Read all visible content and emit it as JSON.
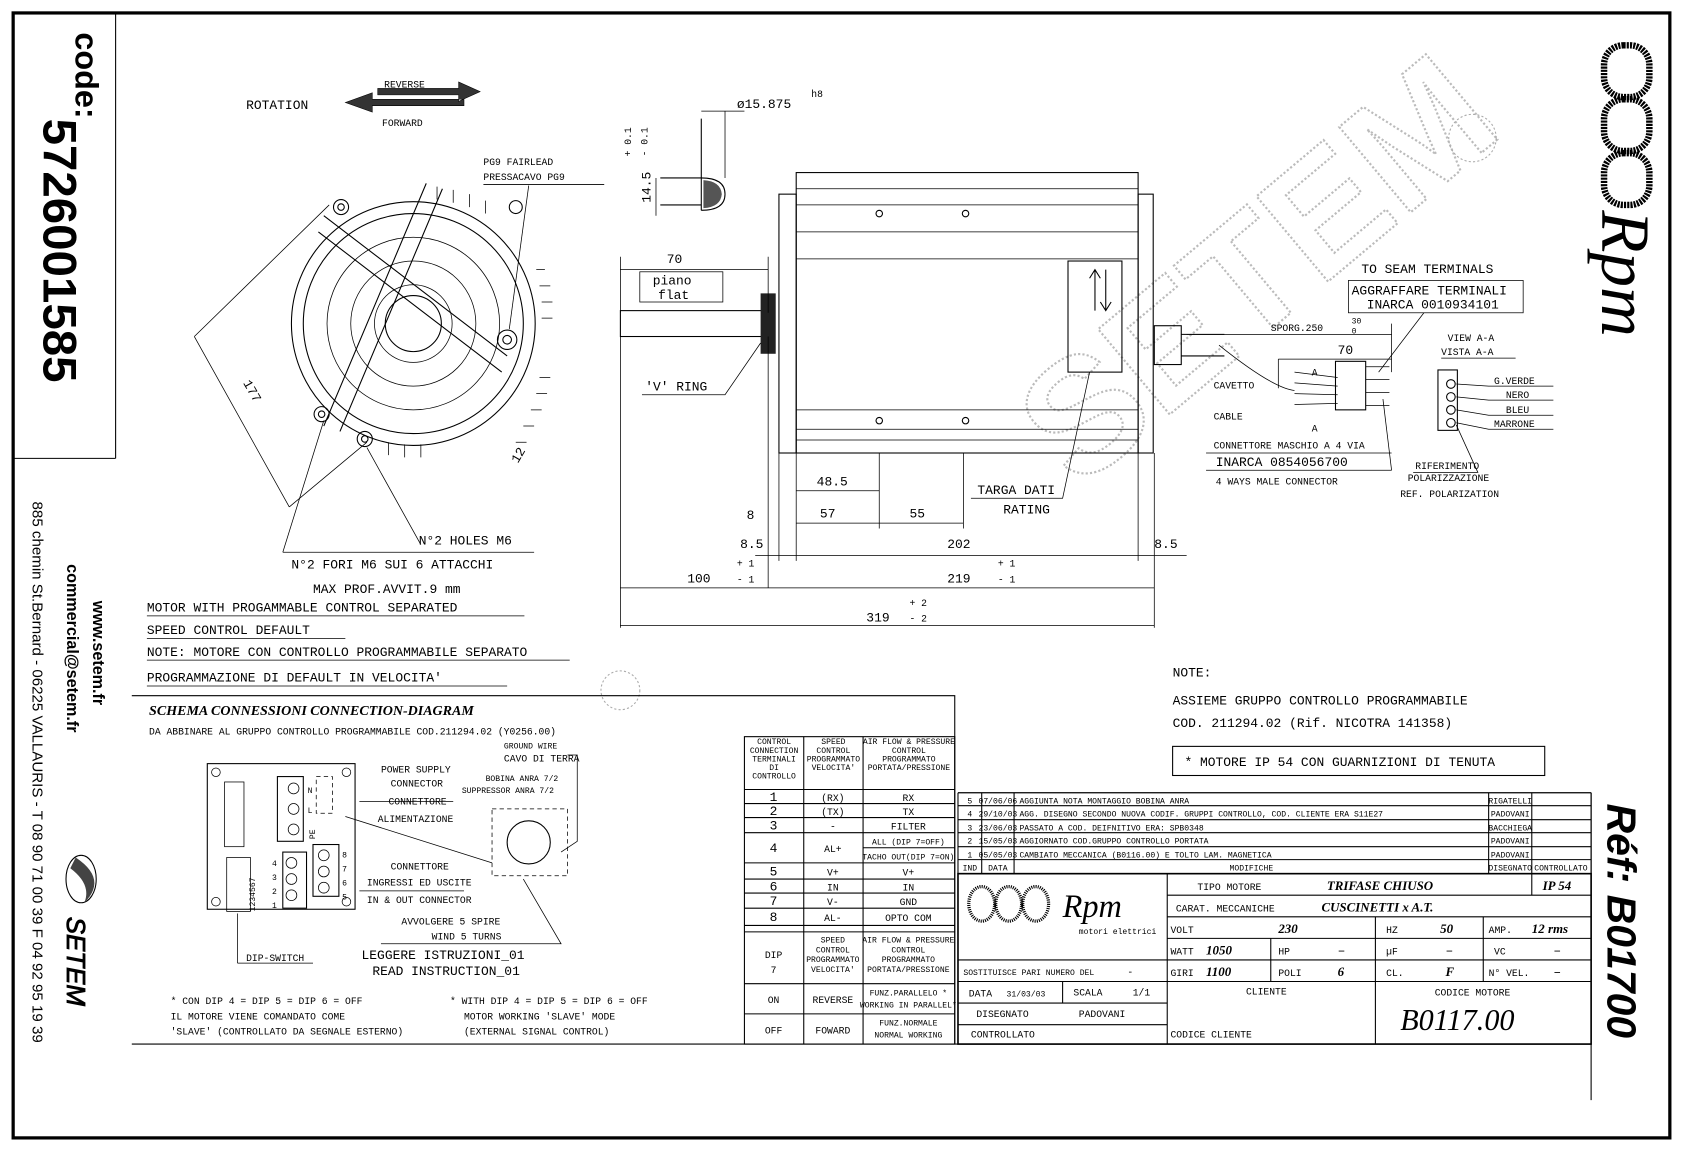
{
  "side_panel": {
    "code_label": "code:",
    "code": "5726001585",
    "website": "www.setem.fr",
    "email": "commercial@setem.fr",
    "address": "885 chemin St.Bernard  -  06225 VALLAURIS  -  T 08 90 71 00 39   F 04 92 95 19 39",
    "logo_text": "SETEM"
  },
  "brand": {
    "rpm_logo": "Rpm",
    "watermark": "SETEM",
    "ref_label": "Réf: B01700"
  },
  "rotation": {
    "label": "ROTATION",
    "reverse": "REVERSE",
    "forward": "FORWARD"
  },
  "front_view": {
    "pg9_en": "PG9 FAIRLEAD",
    "pg9_it": "PRESSACAVO PG9",
    "dim_177": "177",
    "dim_12": "12",
    "holes_en": "N°2 HOLES M6",
    "holes_it": "N°2 FORI M6 SUI 6 ATTACCHI",
    "max_depth": "MAX PROF.AVVIT.9 mm"
  },
  "shaft_detail": {
    "diameter": "ø15.875",
    "fit": "h8",
    "key_height": "14.5",
    "tol_plus": "+ 0.1",
    "tol_minus": "- 0.1"
  },
  "side_view": {
    "shaft_length": "70",
    "piano": "piano",
    "flat": "flat",
    "v_ring": "'V' RING",
    "dim_48_5": "48.5",
    "dim_57": "57",
    "dim_55": "55",
    "dim_8": "8",
    "dim_8_5_left": "8.5",
    "dim_202": "202",
    "dim_8_5_right": "8.5",
    "dim_100": "100",
    "dim_219": "219",
    "dim_319": "319",
    "tol_1_plus": "+ 1",
    "tol_1_minus": "- 1",
    "tol_2_plus": "+ 2",
    "tol_2_minus": "- 2",
    "targa": "TARGA DATI",
    "rating": "RATING"
  },
  "cable": {
    "to_seam": "TO SEAM TERMINALS",
    "aggraffare": "AGGRAFFARE TERMINALI",
    "inarca_terminals": "INARCA 0010934101",
    "sporg": "SPORG.250",
    "sporg_tol_plus": "30",
    "sporg_tol_minus": "0",
    "dim_70": "70",
    "section_a": "A",
    "cavetto": "CAVETTO",
    "cable_label": "CABLE",
    "conn_it": "CONNETTORE MASCHIO A 4 VIA",
    "inarca_conn": "INARCA 0854056700",
    "conn_en": "4 WAYS MALE CONNECTOR",
    "view_en": "VIEW A-A",
    "view_it": "VISTA A-A",
    "wires": [
      "G.VERDE",
      "NERO",
      "BLEU",
      "MARRONE"
    ],
    "rif": "RIFERIMENTO",
    "pol_it": "POLARIZZAZIONE",
    "pol_en": "REF. POLARIZATION"
  },
  "notes_left": [
    "MOTOR WITH PROGAMMABLE CONTROL SEPARATED",
    "SPEED CONTROL DEFAULT",
    "NOTE: MOTORE CON CONTROLLO PROGRAMMABILE SEPARATO",
    "PROGRAMMAZIONE DI DEFAULT IN VELOCITA'"
  ],
  "notes_right": {
    "title": "NOTE:",
    "line1": "ASSIEME GRUPPO CONTROLLO PROGRAMMABILE",
    "line2": "COD. 211294.02 (Rif. NICOTRA 141358)",
    "ip_note": "* MOTORE IP 54 CON GUARNIZIONI DI TENUTA"
  },
  "connection_diagram": {
    "title": "SCHEMA CONNESSIONI CONNECTION-DIAGRAM",
    "subtitle": "DA ABBINARE AL GRUPPO CONTROLLO PROGRAMMABILE  COD.211294.02 (Y0256.00)",
    "ground_en": "GROUND WIRE",
    "ground_it": "CAVO DI TERRA",
    "bobina": "BOBINA ANRA 7/2",
    "suppressor": "SUPPRESSOR ANRA 7/2",
    "power_en1": "POWER SUPPLY",
    "power_en2": "CONNECTOR",
    "power_it1": "CONNETTORE",
    "power_it2": "ALIMENTAZIONE",
    "io_it1": "CONNETTORE",
    "io_it2": "INGRESSI ED USCITE",
    "io_en": "IN & OUT CONNECTOR",
    "wind_it": "AVVOLGERE 5 SPIRE",
    "wind_en": "WIND 5 TURNS",
    "read_it": "LEGGERE ISTRUZIONI_01",
    "read_en": "READ INSTRUCTION_01",
    "dip_switch": "DIP-SWITCH",
    "dip_numbers": "1234567",
    "power_pins": [
      "N",
      "L",
      "PE"
    ],
    "left_pins": [
      "4",
      "3",
      "2",
      "1"
    ],
    "right_pins": [
      "8",
      "7",
      "6",
      "5"
    ],
    "note_it": [
      "* CON DIP 4 = DIP 5 = DIP 6 = OFF",
      "IL MOTORE VIENE COMANDATO COME",
      "'SLAVE' (CONTROLLATO DA SEGNALE ESTERNO)"
    ],
    "note_en": [
      "* WITH DIP 4 = DIP 5 = DIP 6 = OFF",
      "MOTOR WORKING 'SLAVE' MODE",
      "(EXTERNAL SIGNAL CONTROL)"
    ]
  },
  "terminal_table": {
    "headers": [
      [
        "CONTROL",
        "CONNECTION",
        "TERMINALI",
        "DI",
        "CONTROLLO"
      ],
      [
        "SPEED",
        "CONTROL",
        "PROGRAMMATO",
        "VELOCITA'"
      ],
      [
        "AIR FLOW & PRESSURE",
        "CONTROL",
        "PROGRAMMATO",
        "PORTATA/PRESSIONE"
      ]
    ],
    "rows": [
      [
        "1",
        "(RX)",
        "RX"
      ],
      [
        "2",
        "(TX)",
        "TX"
      ],
      [
        "3",
        "-",
        "FILTER"
      ],
      [
        "4",
        "AL+",
        "ALL (DIP 7=OFF)",
        "TACHO OUT(DIP 7=ON)"
      ],
      [
        "5",
        "V+",
        "V+"
      ],
      [
        "6",
        "IN",
        "IN"
      ],
      [
        "7",
        "V-",
        "GND"
      ],
      [
        "8",
        "AL-",
        "OPTO COM"
      ]
    ]
  },
  "dip_table": {
    "headers": [
      [
        "DIP",
        "7"
      ],
      [
        "SPEED",
        "CONTROL",
        "PROGRAMMATO",
        "VELOCITA'"
      ],
      [
        "AIR FLOW & PRESSURE",
        "CONTROL",
        "PROGRAMMATO",
        "PORTATA/PRESSIONE"
      ]
    ],
    "rows": [
      [
        "ON",
        "REVERSE",
        "FUNZ.PARALLELO *",
        "WORKING IN PARALLEL*"
      ],
      [
        "OFF",
        "FOWARD",
        "FUNZ.NORMALE",
        "NORMAL WORKING"
      ]
    ]
  },
  "modifications": {
    "rows": [
      {
        "ind": "5",
        "date": "07/06/06",
        "text": "AGGIUNTA NOTA MONTAGGIO BOBINA ANRA",
        "drawn": "RIGATELLI",
        "checked": ""
      },
      {
        "ind": "4",
        "date": "29/10/03",
        "text": "AGG. DISEGNO SECONDO NUOVA CODIF. GRUPPI CONTROLLO, COD. CLIENTE ERA S11E27",
        "drawn": "PADOVANI",
        "checked": ""
      },
      {
        "ind": "3",
        "date": "23/06/03",
        "text": "PASSATO A COD. DEIFNITIVO ERA: SPB0348",
        "drawn": "BACCHIEGA",
        "checked": ""
      },
      {
        "ind": "2",
        "date": "15/05/03",
        "text": "AGGIORNATO COD.GRUPPO CONTROLLO PORTATA",
        "drawn": "PADOVANI",
        "checked": ""
      },
      {
        "ind": "1",
        "date": "05/05/03",
        "text": "CAMBIATO MECCANICA (B0116.00) E TOLTO LAM. MAGNETICA",
        "drawn": "PADOVANI",
        "checked": ""
      }
    ],
    "header": {
      "ind": "IND",
      "date": "DATA",
      "text": "MODIFICHE",
      "drawn": "DISEGNATO",
      "checked": "CONTROLLATO"
    }
  },
  "title_block": {
    "logo_rpm": "Rpm",
    "logo_sub": "motori elettrici",
    "tipo_label": "TIPO MOTORE",
    "tipo_value": "TRIFASE CHIUSO",
    "ip": "IP 54",
    "carat_label": "CARAT. MECCANICHE",
    "carat_value": "CUSCINETTI x A.T.",
    "volt_label": "VOLT",
    "volt": "230",
    "hz_label": "HZ",
    "hz": "50",
    "amp_label": "AMP.",
    "amp": "12 rms",
    "watt_label": "WATT",
    "watt": "1050",
    "hp_label": "HP",
    "hp": "–",
    "uf_label": "µF",
    "uf": "–",
    "vc_label": "VC",
    "vc": "–",
    "giri_label": "GIRI",
    "giri": "1100",
    "poli_label": "POLI",
    "poli": "6",
    "cl_label": "CL.",
    "cl": "F",
    "nvel_label": "N° VEL.",
    "nvel": "–",
    "sostituisce_label": "SOSTITUISCE PARI NUMERO DEL",
    "sostituisce": "-",
    "data_label": "DATA",
    "data": "31/03/03",
    "scala_label": "SCALA",
    "scala": "1/1",
    "disegnato_label": "DISEGNATO",
    "disegnato": "PADOVANI",
    "controllato_label": "CONTROLLATO",
    "cliente_label": "CLIENTE",
    "codice_cliente_label": "CODICE CLIENTE",
    "codice_motore_label": "CODICE MOTORE",
    "codice_motore": "B0117.00"
  }
}
